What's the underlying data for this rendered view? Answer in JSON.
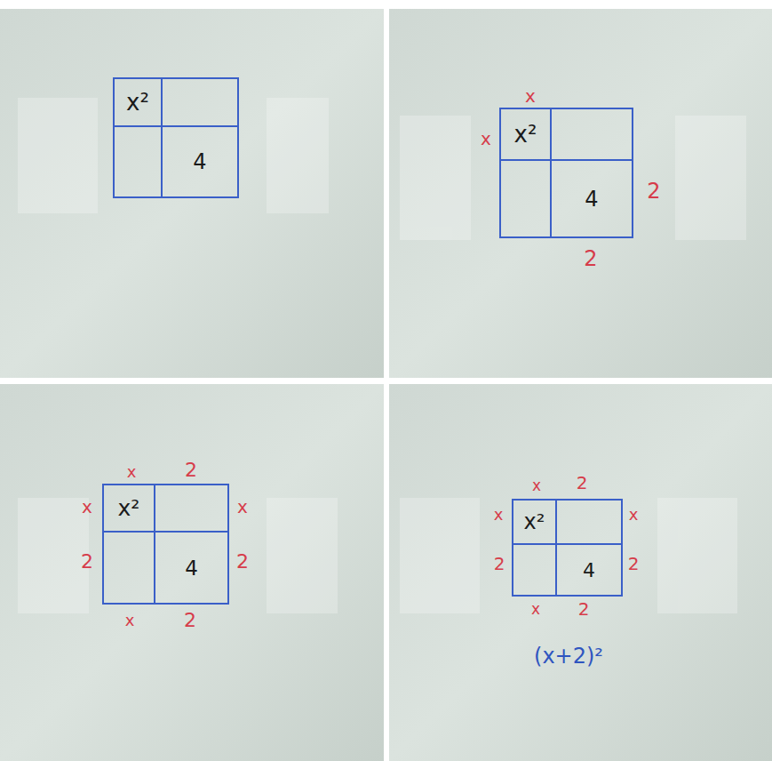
{
  "diagram": {
    "nodes": [
      {
        "text": [
          "x²"
        ]
      },
      {
        "text": [
          "4"
        ]
      },
      {
        "text": [
          "x²"
        ]
      },
      {
        "text": [
          "4"
        ]
      },
      {
        "text": [
          "x²"
        ]
      },
      {
        "text": [
          "4"
        ]
      },
      {
        "text": [
          "x²"
        ]
      },
      {
        "text": [
          "4"
        ]
      }
    ],
    "labels": [
      "x",
      "x",
      "2",
      "2",
      "x",
      "2",
      "x",
      "x",
      "2",
      "2",
      "x",
      "2",
      "x",
      "2",
      "x",
      "x",
      "2",
      "2",
      "x",
      "2",
      "(x+2)²"
    ]
  }
}
